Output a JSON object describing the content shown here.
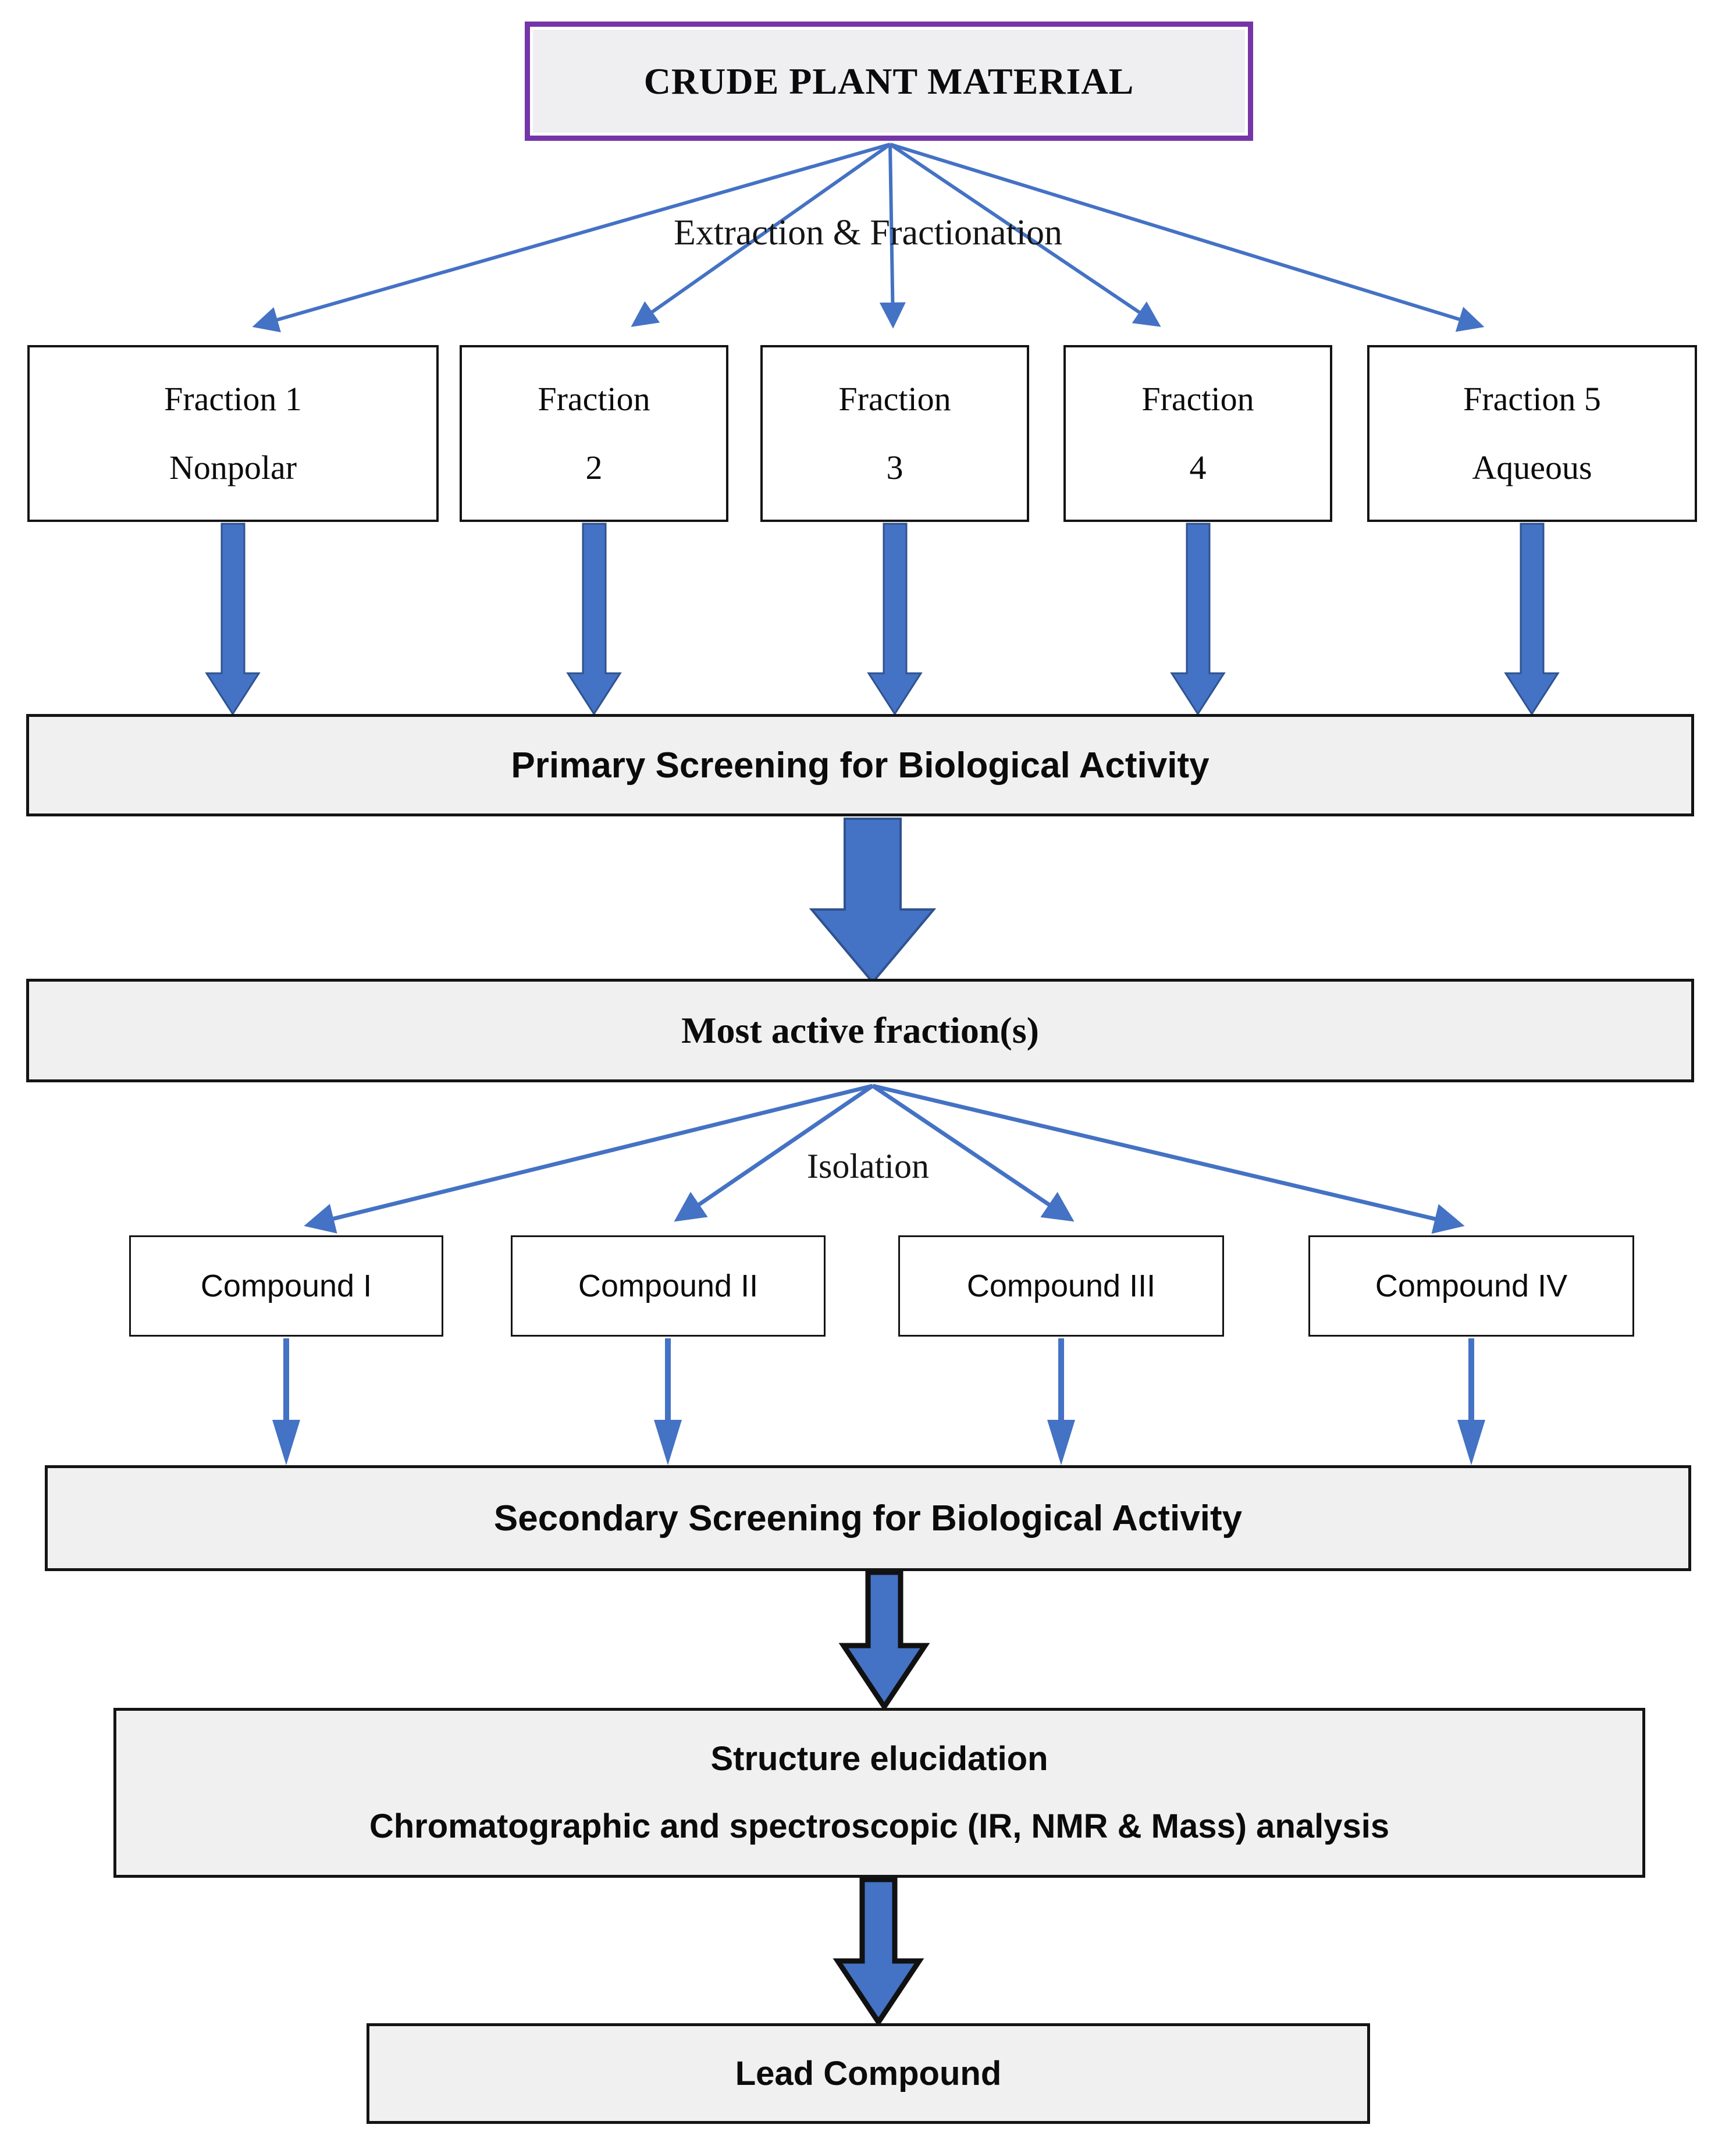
{
  "diagram_title": "Bioassay-guided isolation flowchart",
  "colors": {
    "accent_blue": "#4472C4",
    "accent_blue_dark": "#2F528F",
    "purple_border": "#7535A8",
    "bar_fill": "#f0f0f0",
    "box_border": "#141414"
  },
  "root_box": {
    "label": "CRUDE PLANT MATERIAL"
  },
  "process_labels": {
    "extraction": "Extraction & Fractionation",
    "isolation": "Isolation"
  },
  "fractions": [
    {
      "line1": "Fraction 1",
      "line2": "Nonpolar"
    },
    {
      "line1": "Fraction",
      "line2": "2"
    },
    {
      "line1": "Fraction",
      "line2": "3"
    },
    {
      "line1": "Fraction",
      "line2": "4"
    },
    {
      "line1": "Fraction 5",
      "line2": "Aqueous"
    }
  ],
  "bars": {
    "primary": "Primary Screening for Biological Activity",
    "most_active": "Most active fraction(s)",
    "secondary": "Secondary Screening for Biological Activity",
    "structure_line1": "Structure elucidation",
    "structure_line2": "Chromatographic and spectroscopic (IR, NMR & Mass) analysis",
    "lead": "Lead Compound"
  },
  "compounds": [
    {
      "label": "Compound I"
    },
    {
      "label": "Compound II"
    },
    {
      "label": "Compound III"
    },
    {
      "label": "Compound IV"
    }
  ]
}
